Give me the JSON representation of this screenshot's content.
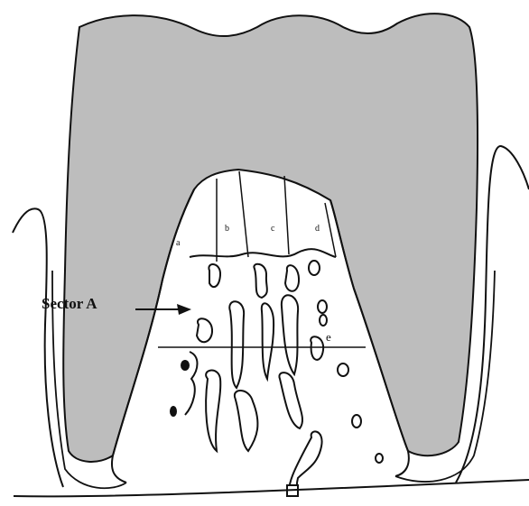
{
  "figure": {
    "sector_label": "Sector A",
    "region_labels": {
      "a": "a",
      "b": "b",
      "c": "c",
      "d": "d",
      "e": "e"
    },
    "colors": {
      "tooth": "#bdbdbd",
      "outline": "#111111",
      "background": "#ffffff"
    }
  }
}
